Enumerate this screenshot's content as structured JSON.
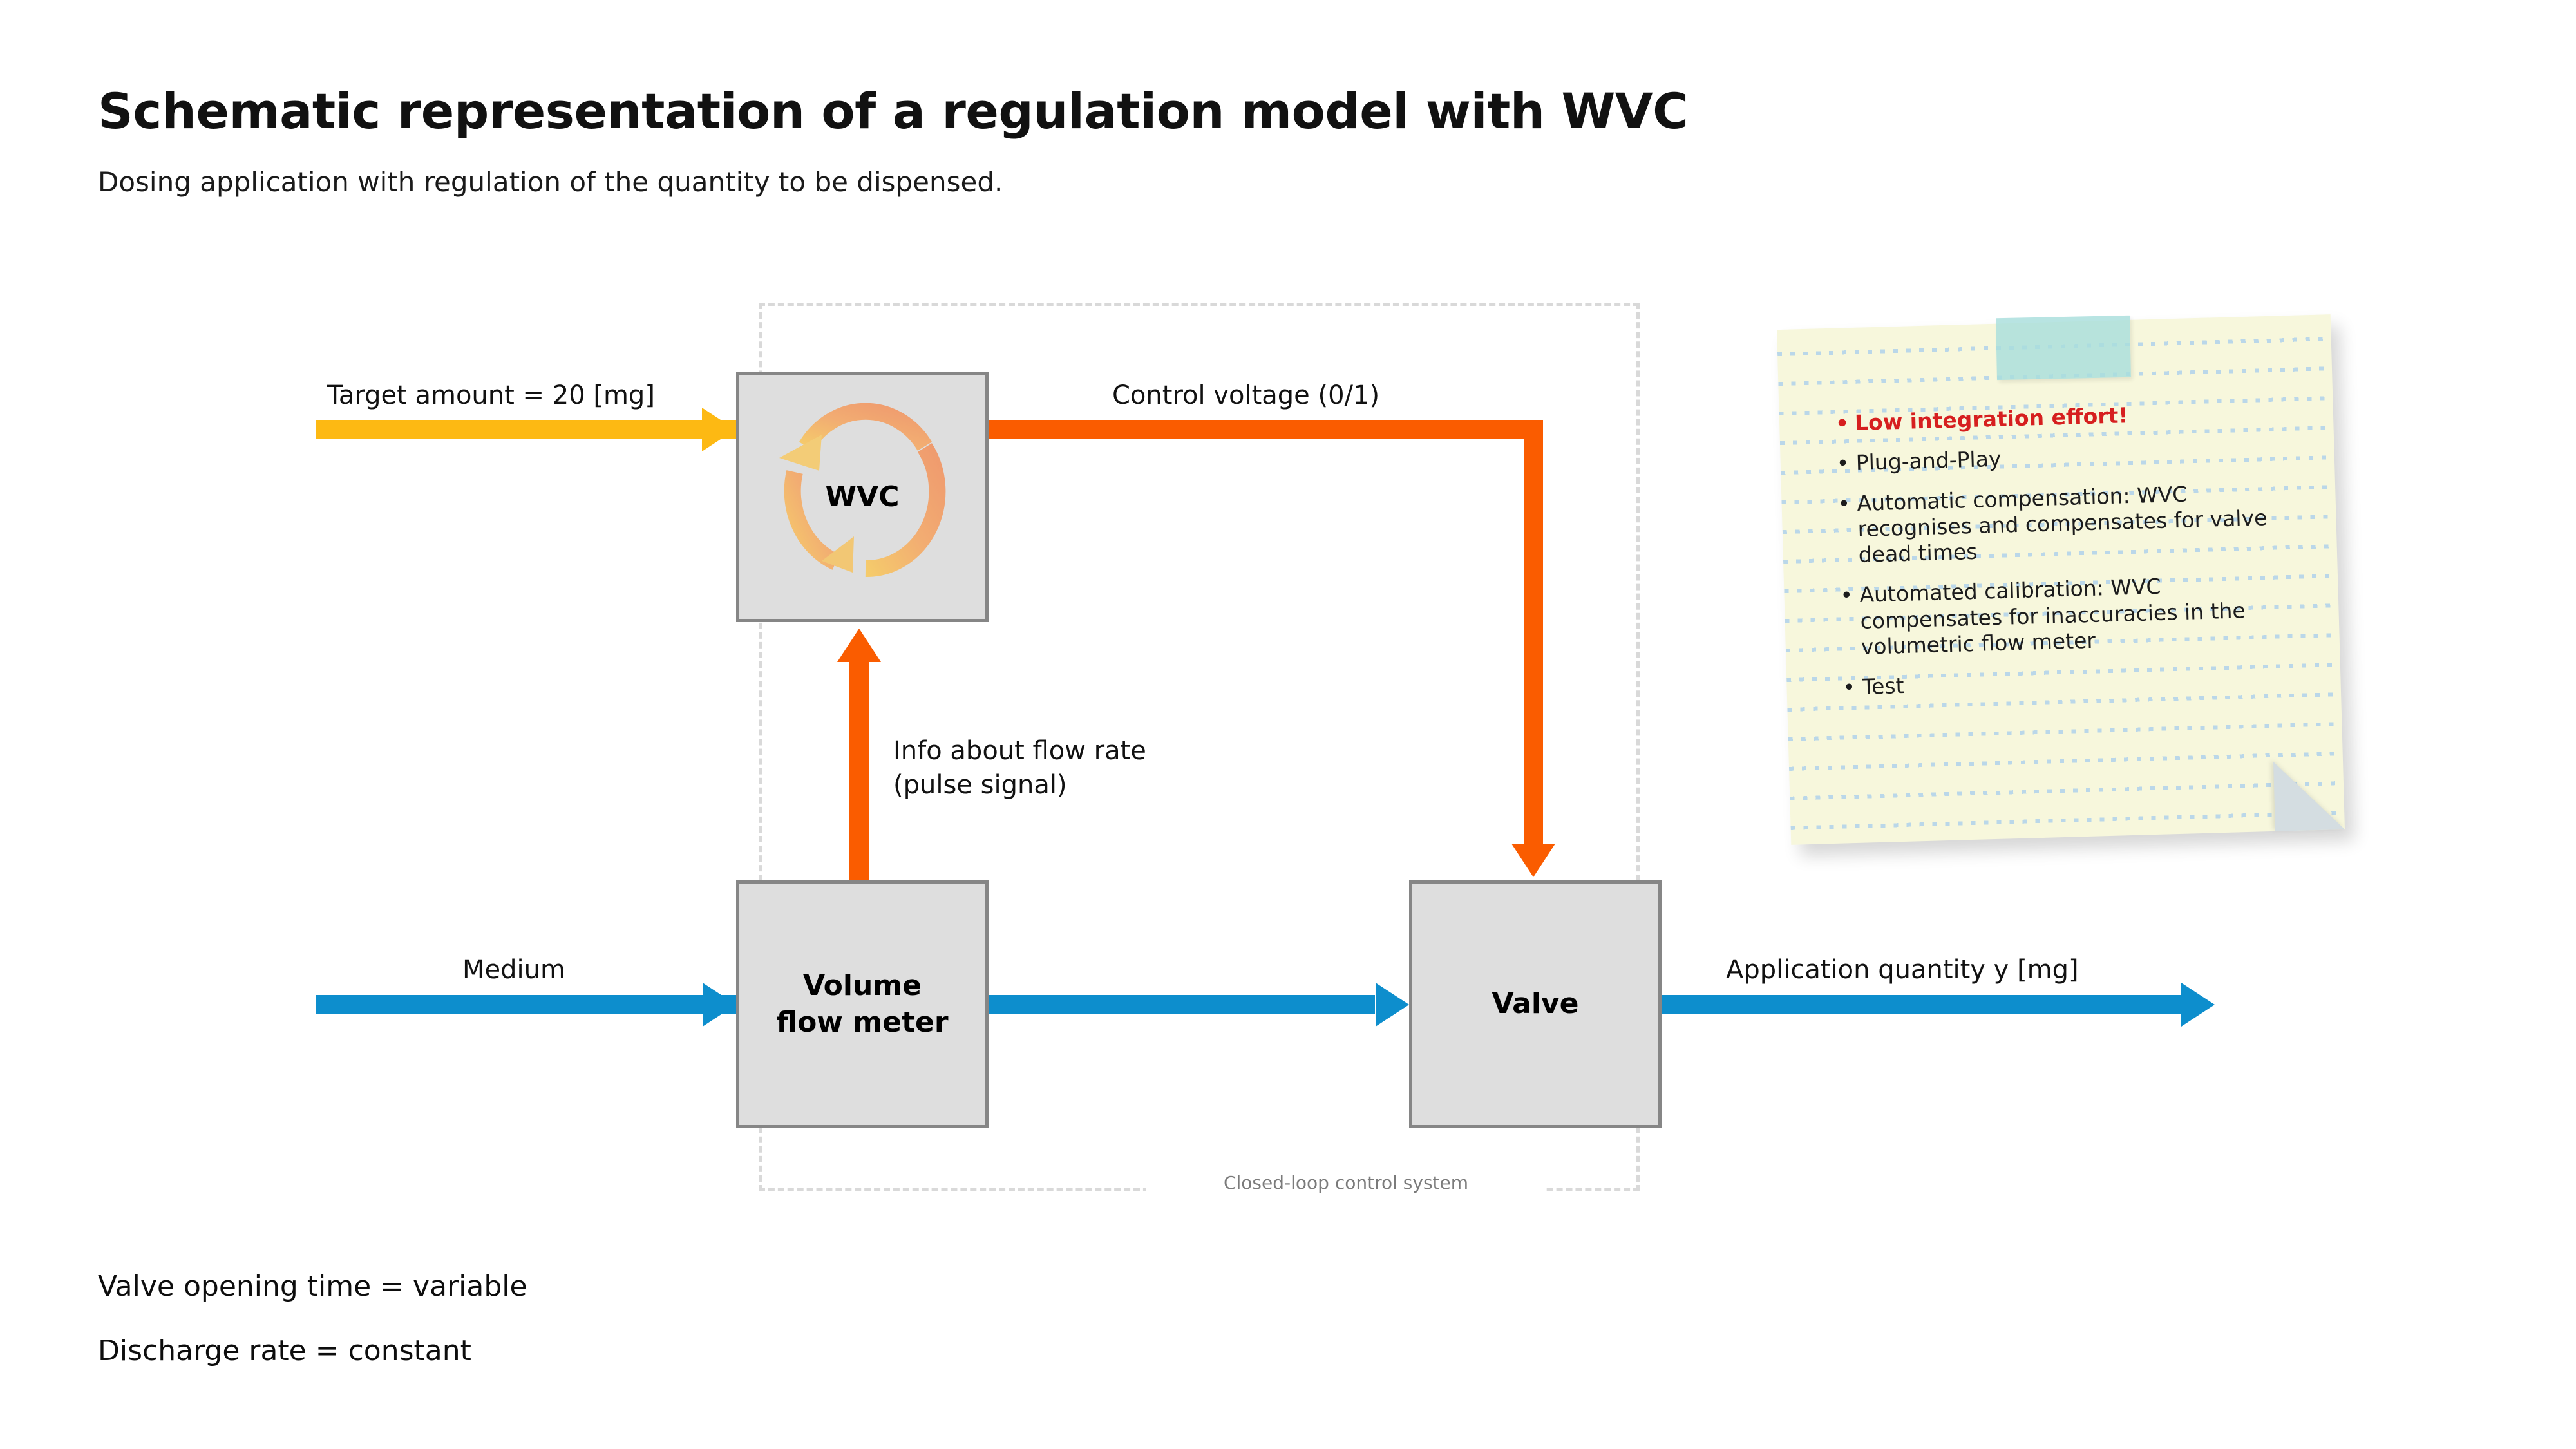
{
  "header": {
    "title": "Schematic representation of a regulation model with WVC",
    "subtitle": "Dosing application with regulation of the quantity to be dispensed."
  },
  "diagram": {
    "boundary_caption": "Closed-loop control system",
    "blocks": [
      {
        "id": "wvc",
        "label": "WVC"
      },
      {
        "id": "volume-flow-meter",
        "label": "Volume\nflow meter"
      },
      {
        "id": "valve",
        "label": "Valve"
      }
    ],
    "signals": [
      {
        "id": "target-amount",
        "label": "Target amount = 20 [mg]",
        "color": "#fdb913"
      },
      {
        "id": "control-voltage",
        "label": "Control voltage (0/1)",
        "color": "#fa5c00"
      },
      {
        "id": "flow-rate-feedback",
        "label": "Info about flow rate\n(pulse signal)",
        "color": "#fa5c00"
      },
      {
        "id": "medium",
        "label": "Medium",
        "color": "#0d8ecd"
      },
      {
        "id": "application-quantity",
        "label": "Application quantity y [mg]",
        "color": "#0d8ecd"
      }
    ]
  },
  "sticky_note": {
    "items": [
      {
        "text": "Low integration effort!",
        "highlight": true
      },
      {
        "text": "Plug-and-Play",
        "highlight": false
      },
      {
        "text": "Automatic compensation: WVC recognises and compensates for valve dead times",
        "highlight": false
      },
      {
        "text": "Automated calibration: WVC compensates for inaccuracies in the volumetric flow meter",
        "highlight": false
      },
      {
        "text": "Test",
        "highlight": false
      }
    ],
    "bullet_glyph": "•",
    "paper_color": "#F7F7DC",
    "rule_color": "#B7D6EA",
    "tape_color": "#A9DFDD",
    "highlight_color": "#D61F1F"
  },
  "footer_notes": [
    "Valve opening time = variable",
    "Discharge rate = constant"
  ],
  "colors": {
    "block_fill": "#DEDEDE",
    "block_border": "#868686",
    "flow_blue": "#0D8ECD",
    "signal_orange": "#FA5C00",
    "setpoint_yellow": "#FDB913",
    "boundary_dash": "#D9D9D9"
  }
}
